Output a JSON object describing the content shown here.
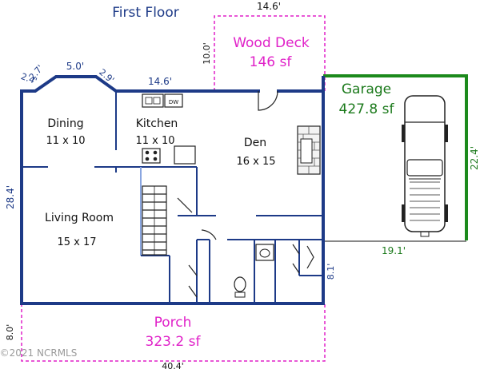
{
  "title": "First Floor",
  "dimensions": {
    "deck_width": "14.6'",
    "deck_depth": "10.0'",
    "bay_left": "2.4'",
    "bay_left_diag": "2.7'",
    "bay_top": "5.0'",
    "bay_right": "2.9'",
    "kitchen_top": "14.6'",
    "left_side": "28.4'",
    "porch_depth": "8.0'",
    "garage_depth": "22.4'",
    "garage_width": "19.1'",
    "right_jog": "8.1'",
    "porch_width": "40.4'"
  },
  "rooms": {
    "dining": {
      "name": "Dining",
      "size": "11 x 10"
    },
    "kitchen": {
      "name": "Kitchen",
      "size": "11 x 10"
    },
    "den": {
      "name": "Den",
      "size": "16 x 15"
    },
    "living": {
      "name": "Living Room",
      "size": "15 x 17"
    }
  },
  "areas": {
    "deck": {
      "name": "Wood Deck",
      "area": "146 sf"
    },
    "garage": {
      "name": "Garage",
      "area": "427.8 sf"
    },
    "porch": {
      "name": "Porch",
      "area": "323.2 sf"
    }
  },
  "fixtures": {
    "dishwasher": "DW"
  },
  "watermark": "©2021 NCRMLS",
  "colors": {
    "walls": "#1d3a87",
    "outdoor": "#e021c8",
    "garage": "#1c8a1c"
  }
}
